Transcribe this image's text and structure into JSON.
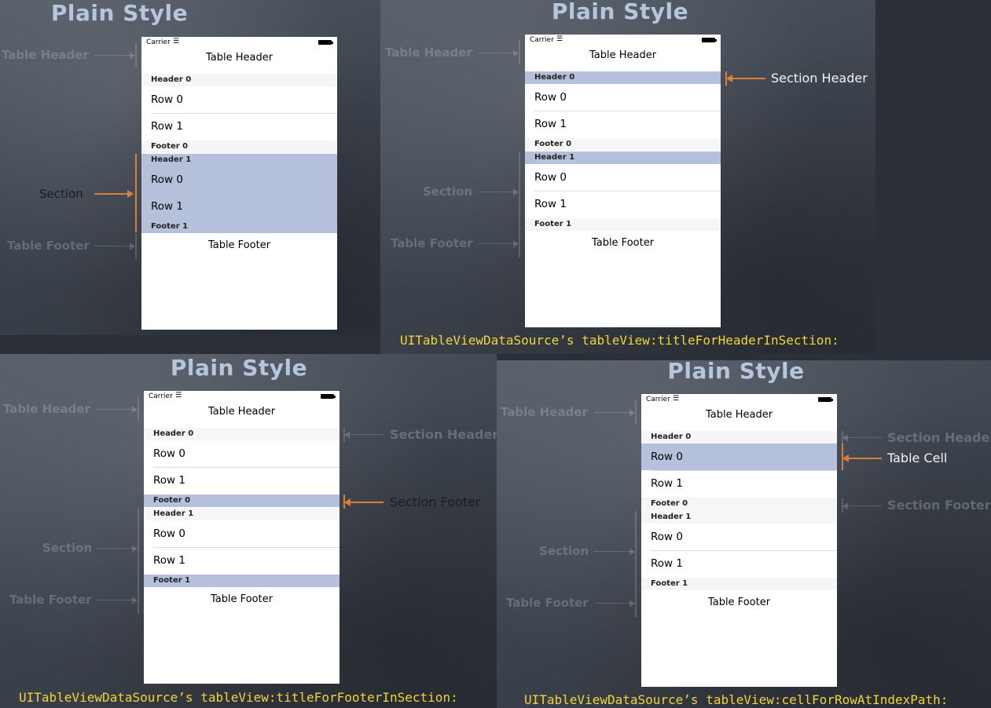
{
  "colors": {
    "title": "#b6c6dc",
    "caption": "#f2d43a",
    "highlight": "#b5c1da",
    "arrow": "#d97f3c"
  },
  "panels": [
    {
      "title": "Plain Style",
      "caption": "",
      "phone": {
        "status": {
          "carrier": "Carrier",
          "wifi_icon": "wifi-icon",
          "battery_icon": "battery-icon"
        },
        "table_header": "Table Header",
        "sections": [
          {
            "header": "Header 0",
            "rows": [
              "Row 0",
              "Row 1"
            ],
            "footer": "Footer 0"
          },
          {
            "header": "Header 1",
            "rows": [
              "Row 0",
              "Row 1"
            ],
            "footer": "Footer 1"
          }
        ],
        "table_footer": "Table Footer"
      },
      "annotations": {
        "table_header": "Table Header",
        "section": "Section",
        "table_footer": "Table Footer"
      }
    },
    {
      "title": "Plain Style",
      "caption": "UITableViewDataSource’s tableView:titleForHeaderInSection:",
      "phone": {
        "status": {
          "carrier": "Carrier",
          "wifi_icon": "wifi-icon",
          "battery_icon": "battery-icon"
        },
        "table_header": "Table Header",
        "sections": [
          {
            "header": "Header 0",
            "rows": [
              "Row 0",
              "Row 1"
            ],
            "footer": "Footer 0"
          },
          {
            "header": "Header 1",
            "rows": [
              "Row 0",
              "Row 1"
            ],
            "footer": "Footer 1"
          }
        ],
        "table_footer": "Table Footer"
      },
      "annotations": {
        "table_header": "Table Header",
        "section_header": "Section Header",
        "section": "Section",
        "table_footer": "Table Footer"
      }
    },
    {
      "title": "Plain Style",
      "caption": "UITableViewDataSource’s tableView:titleForFooterInSection:",
      "phone": {
        "status": {
          "carrier": "Carrier",
          "wifi_icon": "wifi-icon",
          "battery_icon": "battery-icon"
        },
        "table_header": "Table Header",
        "sections": [
          {
            "header": "Header 0",
            "rows": [
              "Row 0",
              "Row 1"
            ],
            "footer": "Footer 0"
          },
          {
            "header": "Header 1",
            "rows": [
              "Row 0",
              "Row 1"
            ],
            "footer": "Footer 1"
          }
        ],
        "table_footer": "Table Footer"
      },
      "annotations": {
        "table_header": "Table Header",
        "section_header": "Section Header",
        "section_footer": "Section Footer",
        "section": "Section",
        "table_footer": "Table Footer"
      }
    },
    {
      "title": "Plain Style",
      "caption": "UITableViewDataSource’s tableView:cellForRowAtIndexPath:",
      "phone": {
        "status": {
          "carrier": "Carrier",
          "wifi_icon": "wifi-icon",
          "battery_icon": "battery-icon"
        },
        "table_header": "Table Header",
        "sections": [
          {
            "header": "Header 0",
            "rows": [
              "Row 0",
              "Row 1"
            ],
            "footer": "Footer 0"
          },
          {
            "header": "Header 1",
            "rows": [
              "Row 0",
              "Row 1"
            ],
            "footer": "Footer 1"
          }
        ],
        "table_footer": "Table Footer"
      },
      "annotations": {
        "table_header": "Table Header",
        "section_header": "Section Header",
        "table_cell": "Table Cell",
        "section_footer": "Section Footer",
        "section": "Section",
        "table_footer": "Table Footer"
      }
    }
  ]
}
